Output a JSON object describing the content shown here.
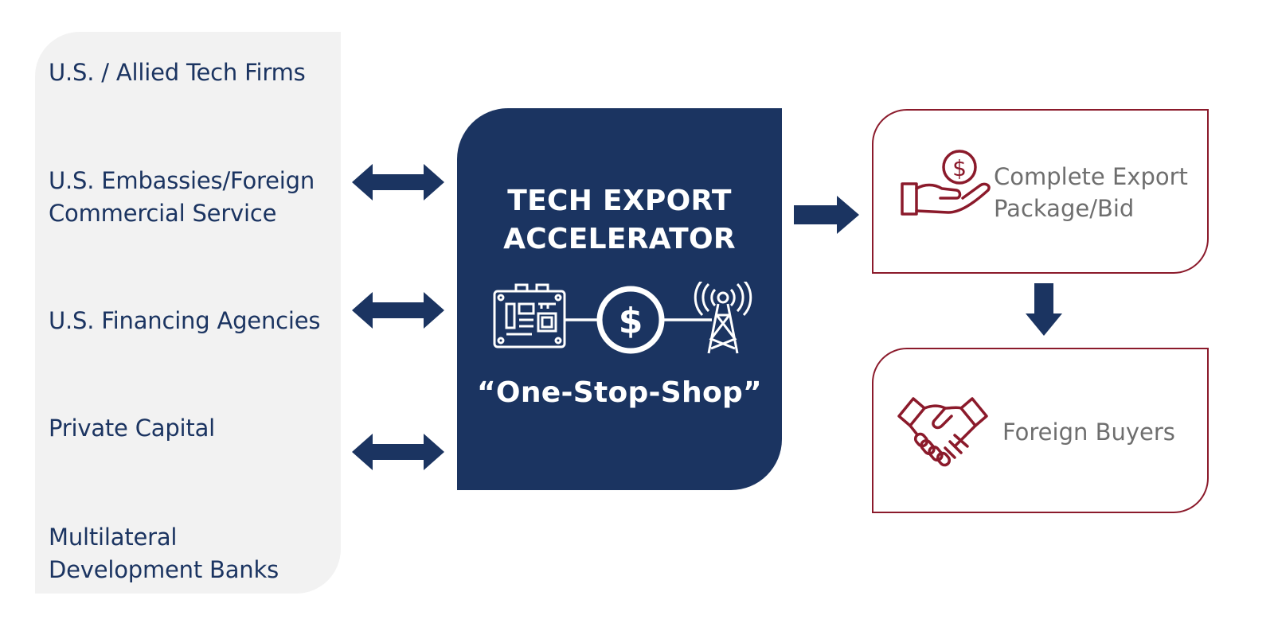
{
  "stakeholders": [
    {
      "lines": [
        "U.S. / Allied Tech Firms"
      ]
    },
    {
      "lines": [
        "U.S. Embassies/Foreign",
        "Commercial Service"
      ]
    },
    {
      "lines": [
        "U.S. Financing Agencies"
      ]
    },
    {
      "lines": [
        "Private Capital"
      ]
    },
    {
      "lines": [
        "Multilateral",
        "Development Banks"
      ]
    }
  ],
  "accelerator": {
    "title_lines": [
      "TECH EXPORT",
      "ACCELERATOR"
    ],
    "tagline": "“One-Stop-Shop”",
    "icons": [
      "circuit-board-icon",
      "dollar-coin-icon",
      "radio-tower-icon"
    ]
  },
  "outputs": [
    {
      "lines": [
        "Complete Export",
        "Package/Bid"
      ],
      "icon": "hand-holding-coin-icon"
    },
    {
      "lines": [
        "Foreign Buyers"
      ],
      "icon": "handshake-icon"
    }
  ],
  "colors": {
    "navy": "#1b3461",
    "maroon": "#8b1a2b",
    "panel_gray": "#f2f2f2",
    "output_text_gray": "#6e6e6e"
  }
}
